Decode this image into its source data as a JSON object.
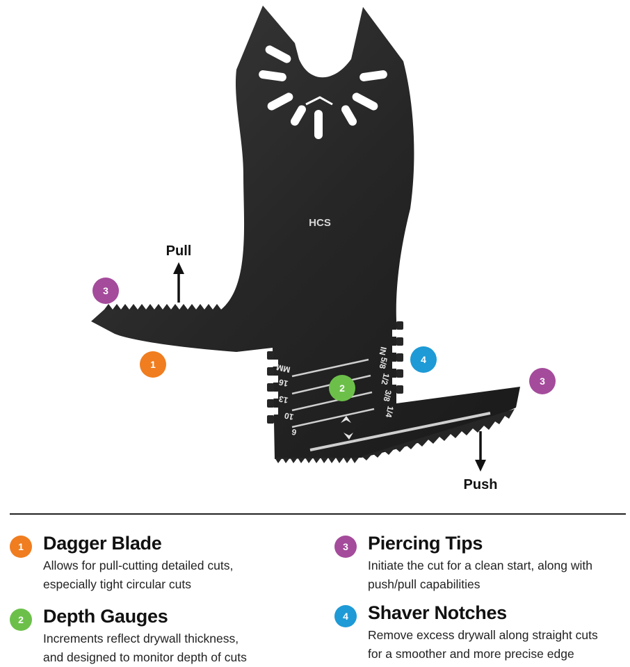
{
  "diagram": {
    "blade_label": "HCS",
    "pull_label": "Pull",
    "push_label": "Push",
    "gauge_units_mm": "MM",
    "gauge_units_in": "IN",
    "gauge_mm_marks": [
      "16",
      "13",
      "10",
      "6"
    ],
    "gauge_in_marks": [
      "5/8",
      "1/2",
      "3/8",
      "1/4"
    ],
    "callouts": {
      "dagger": "1",
      "depth": "2",
      "tip_left": "3",
      "tip_right": "3",
      "shaver": "4"
    }
  },
  "features": [
    {
      "number": "1",
      "title": "Dagger Blade",
      "line1": "Allows for pull-cutting detailed cuts,",
      "line2": "especially tight circular cuts",
      "color": "#f07d1f"
    },
    {
      "number": "2",
      "title": "Depth Gauges",
      "line1": "Increments reflect drywall thickness,",
      "line2": "and designed to monitor depth of cuts",
      "color": "#6cc04a"
    },
    {
      "number": "3",
      "title": "Piercing Tips",
      "line1": "Initiate the cut for a clean start, along with",
      "line2": "push/pull capabilities",
      "color": "#a44b9b"
    },
    {
      "number": "4",
      "title": "Shaver Notches",
      "line1": "Remove excess drywall along straight cuts",
      "line2": "for a smoother and more precise edge",
      "color": "#1e9ad6"
    }
  ]
}
